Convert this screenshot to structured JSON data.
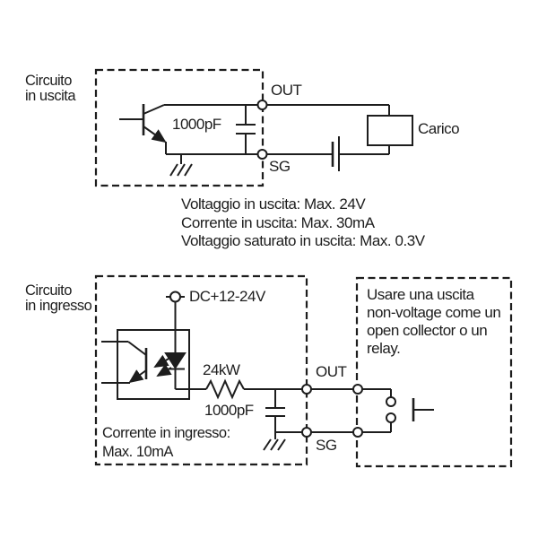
{
  "colors": {
    "ink": "#1d1d1d",
    "background": "#ffffff"
  },
  "output_circuit": {
    "title": "Circuito\nin uscita",
    "capacitor_label": "1000pF",
    "out_terminal_label": "OUT",
    "sg_terminal_label": "SG",
    "load_label": "Carico",
    "specs": [
      "Voltaggio in uscita: Max. 24V",
      "Corrente in uscita: Max. 30mA",
      "Voltaggio saturato in uscita: Max. 0.3V"
    ]
  },
  "input_circuit": {
    "title": "Circuito\nin ingresso",
    "supply_label": "DC+12-24V",
    "resistor_label": "24kW",
    "capacitor_label": "1000pF",
    "out_terminal_label": "OUT",
    "sg_terminal_label": "SG",
    "current_note": "Corrente in ingresso:\nMax. 10mA",
    "usage_note": "Usare una uscita\nnon-voltage come un\nopen collector o un\nrelay."
  }
}
